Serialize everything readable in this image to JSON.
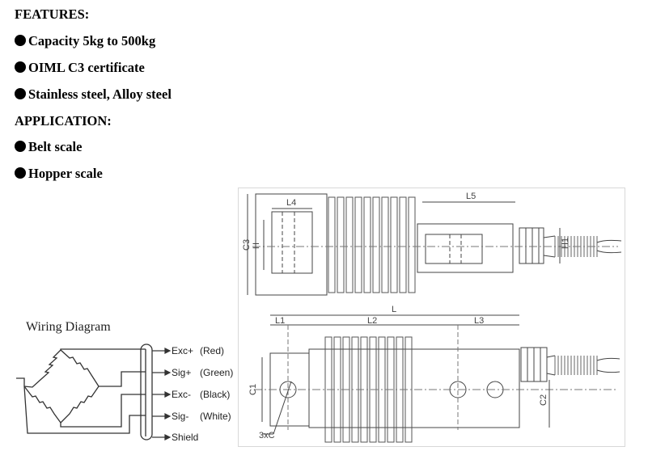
{
  "features": {
    "heading": "FEATURES:",
    "items": [
      "Capacity 5kg to 500kg",
      "OIML C3 certificate",
      "Stainless steel, Alloy steel"
    ]
  },
  "application": {
    "heading": "APPLICATION:",
    "items": [
      "Belt scale",
      "Hopper scale"
    ]
  },
  "wiring": {
    "title": "Wiring Diagram",
    "wires": [
      {
        "label": "Exc+",
        "color_name": "(Red)"
      },
      {
        "label": "Sig+",
        "color_name": "(Green)"
      },
      {
        "label": "Exc-",
        "color_name": "(Black)"
      },
      {
        "label": "Sig-",
        "color_name": "(White)"
      },
      {
        "label": "Shield",
        "color_name": ""
      }
    ]
  },
  "drawing": {
    "dims": {
      "L4": "L4",
      "L5": "L5",
      "C3": "C3",
      "H": "H",
      "H1": "H1",
      "L": "L",
      "L1": "L1",
      "L2": "L2",
      "L3": "L3",
      "C1": "C1",
      "C2": "C2",
      "holes": "3xC"
    }
  }
}
